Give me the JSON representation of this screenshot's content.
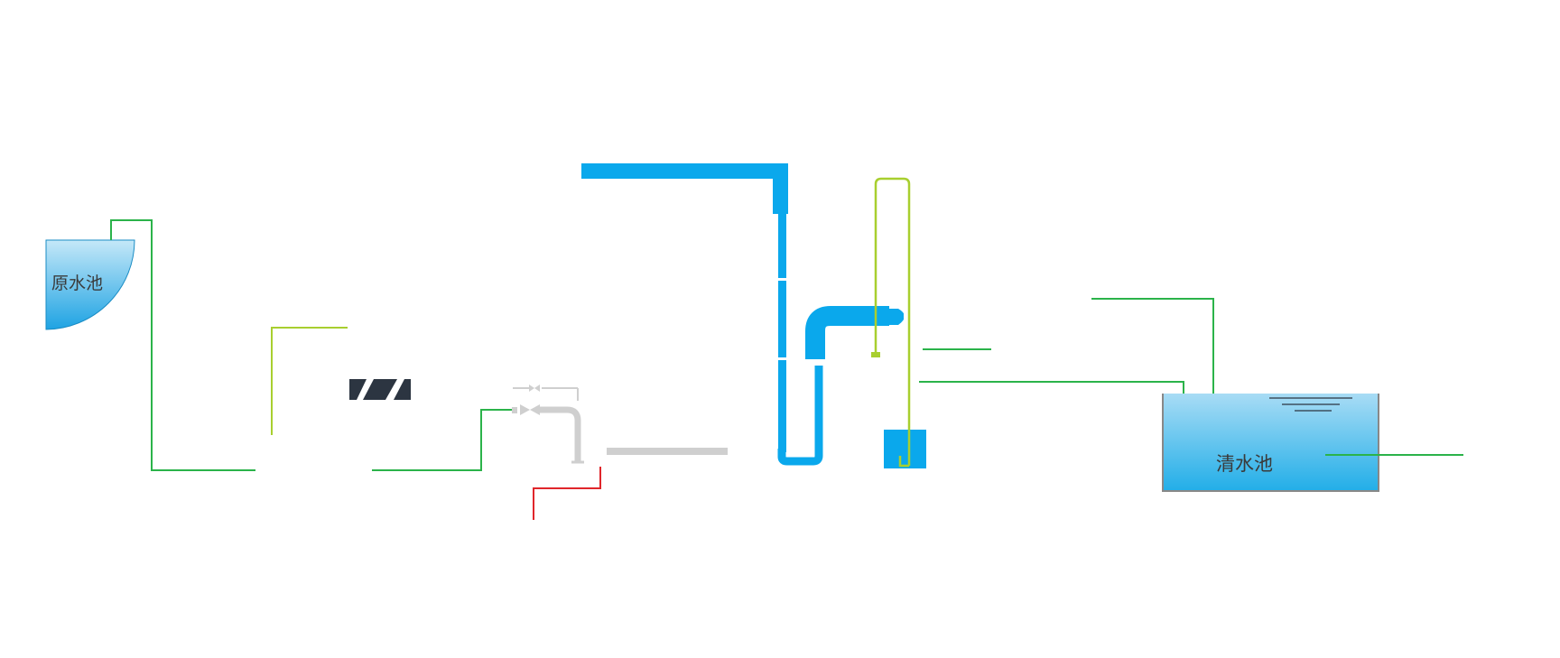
{
  "labels": {
    "raw_water_pool": "原水池",
    "clear_water_pool": "清水池"
  },
  "colors": {
    "background": "#ffffff",
    "water_blue": "#0aa8ec",
    "tank_blue_top": "#a8dcf5",
    "tank_blue_bottom": "#22aee8",
    "pipe_green": "#2bb34a",
    "pipe_lime": "#a8cf2f",
    "pipe_red": "#e0262b",
    "pipe_grey": "#cfcfcf",
    "equipment_dark": "#2c3541",
    "tank_border": "#888888",
    "label_text": "#3a3a3a"
  },
  "icons": {
    "raw_water_pool": "quarter-circle-tank",
    "clear_water_pool": "rectangular-tank",
    "water_surface": "water-level-lines",
    "valve": "gate-valve-icon",
    "filter": "filter-cartridge",
    "outlet_box": "sump-box"
  }
}
